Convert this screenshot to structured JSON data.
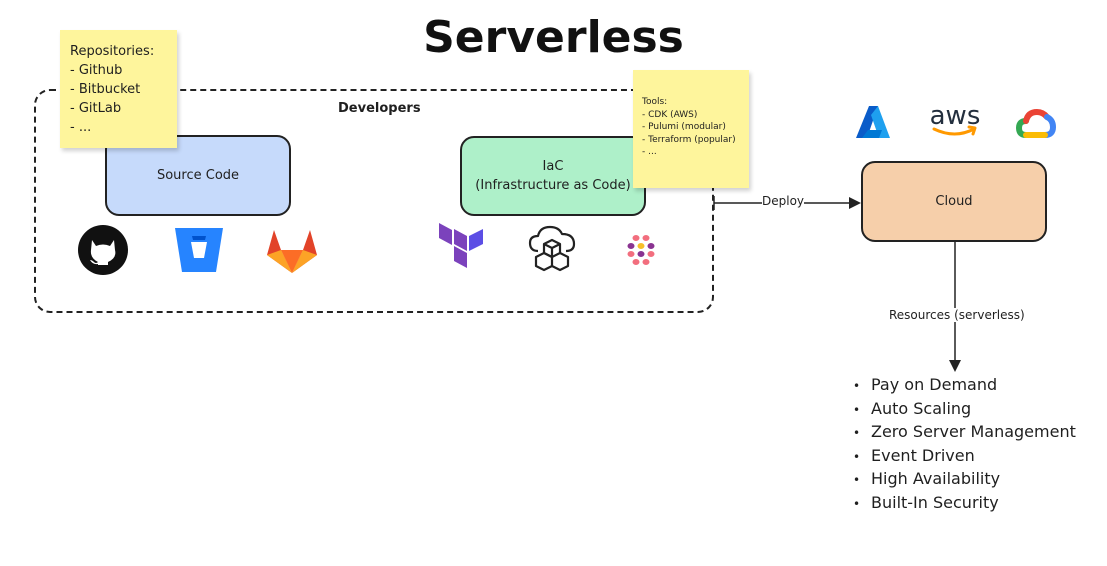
{
  "title": "Serverless",
  "developers": {
    "label": "Developers",
    "source_code": {
      "label": "Source Code"
    },
    "iac": {
      "label": "IaC\n(Infrastructure as Code)"
    },
    "repositories_note": {
      "text": "Repositories:\n- Github\n- Bitbucket\n- GitLab\n- ..."
    },
    "tools_note": {
      "text": "Tools:\n- CDK (AWS)\n- Pulumi (modular)\n- Terraform (popular)\n- ..."
    },
    "repo_icons": [
      "github-icon",
      "bitbucket-icon",
      "gitlab-icon"
    ],
    "tool_icons": [
      "terraform-icon",
      "cdk-icon",
      "pulumi-icon"
    ]
  },
  "deploy": {
    "label": "Deploy"
  },
  "cloud": {
    "label": "Cloud",
    "provider_icons": [
      "azure-icon",
      "aws-icon",
      "google-cloud-icon"
    ],
    "aws_logo_text": "aws"
  },
  "resources": {
    "label": "Resources (serverless)"
  },
  "benefits": [
    "Pay on Demand",
    "Auto Scaling",
    "Zero Server Management",
    "Event Driven",
    "High Availability",
    "Built-In Security"
  ],
  "colors": {
    "source_box": "#c6dafb",
    "iac_box": "#aef0c9",
    "cloud_box": "#f6cfaa",
    "sticky_note": "#fef59c",
    "terraform": "#7b42bc",
    "bitbucket": "#2684ff",
    "gitlab": "#fc6d26"
  }
}
